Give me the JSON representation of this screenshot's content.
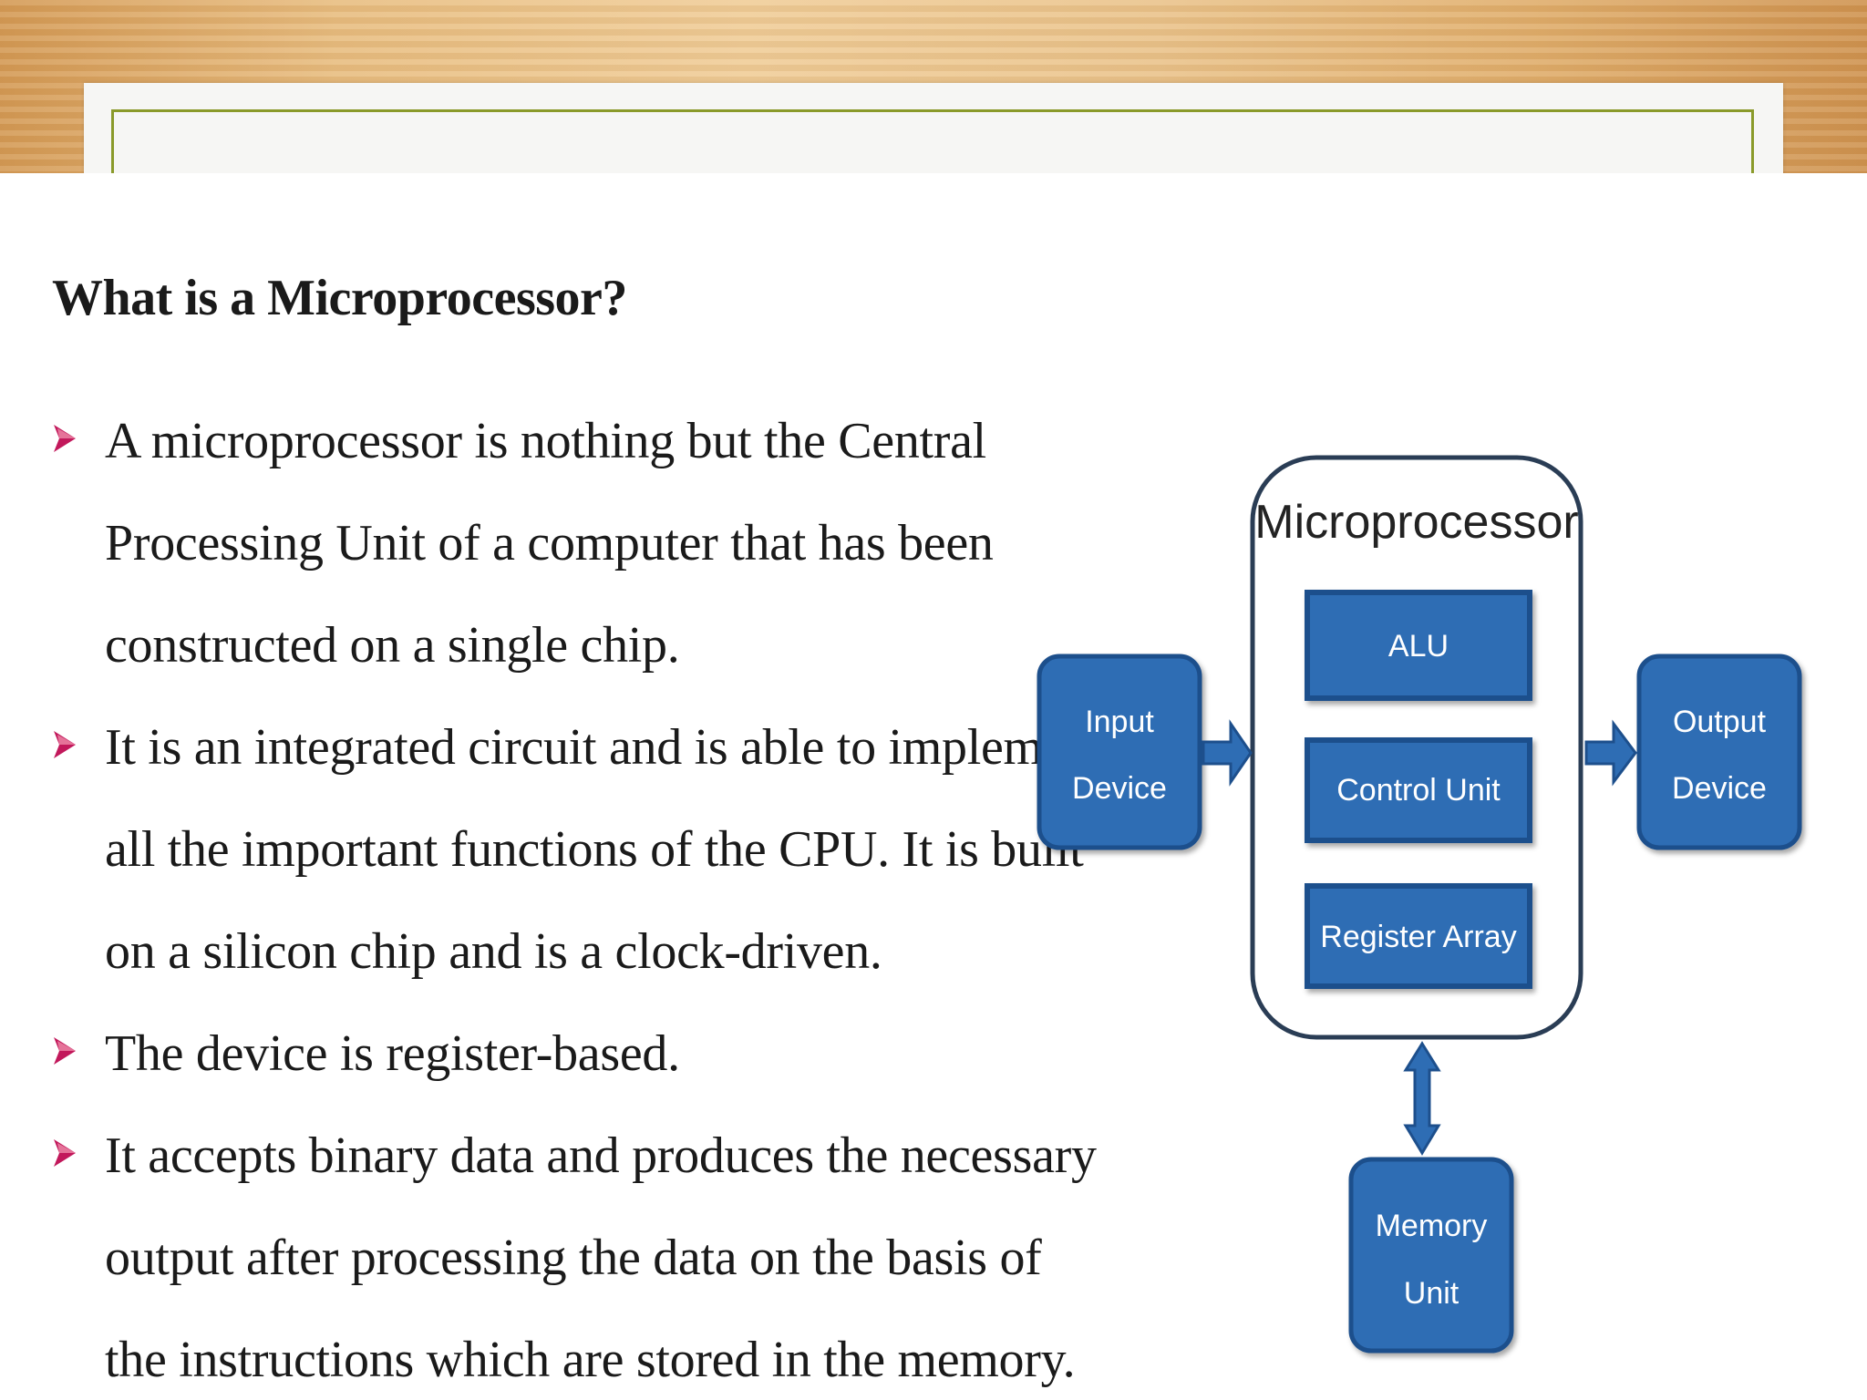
{
  "slide": {
    "title": "What is a Microprocessor?",
    "bullets": [
      {
        "lines": [
          "A microprocessor is nothing but the Central",
          "Processing Unit of a computer that has been",
          "constructed on a single chip."
        ]
      },
      {
        "lines": [
          "It is an integrated circuit and is able to implement",
          "all the important functions of the CPU. It is built",
          "on a silicon chip and is a clock-driven."
        ]
      },
      {
        "lines": [
          "The device is register-based."
        ]
      },
      {
        "lines": [
          "It accepts binary data and produces the necessary",
          "output after processing the data on the basis of",
          "the instructions which are stored in the memory."
        ]
      }
    ]
  },
  "diagram": {
    "microprocessor_label": "Microprocessor",
    "alu_label": "ALU",
    "control_unit_label": "Control Unit",
    "register_array_label": "Register Array",
    "input_device_label": [
      "Input",
      "Device"
    ],
    "output_device_label": [
      "Output",
      "Device"
    ],
    "memory_unit_label": [
      "Memory",
      "Unit"
    ]
  },
  "colors": {
    "box_fill": "#2e6db4",
    "box_stroke": "#1d4f8c",
    "bullet_arrow": "#c2185b",
    "frame_border": "#8a9a2a"
  },
  "icons": {
    "bullet": "chevron-right-icon"
  }
}
